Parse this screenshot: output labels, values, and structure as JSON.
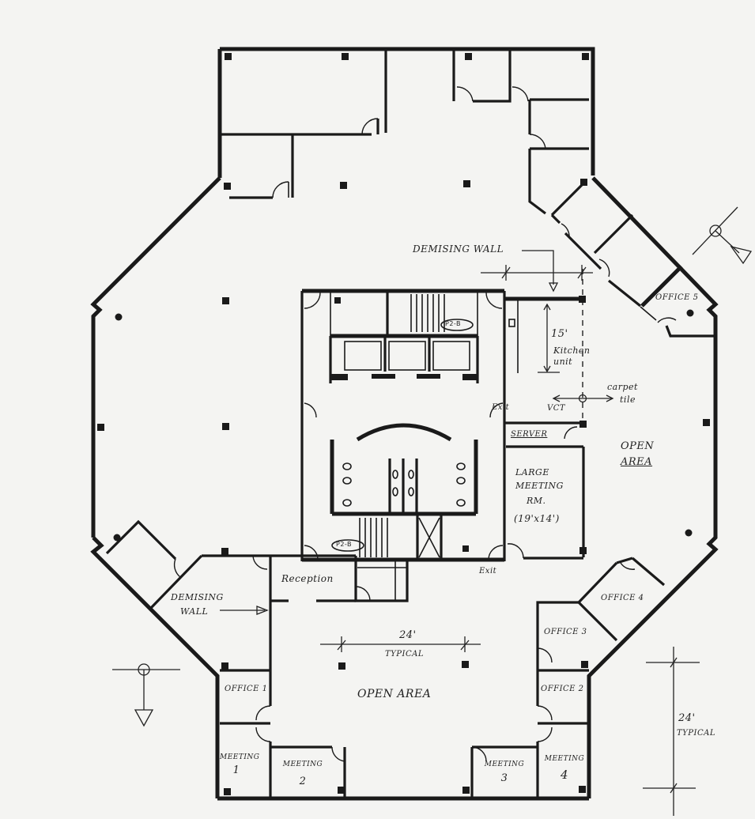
{
  "floor_plan": {
    "labels": {
      "demising_wall_top": "DEMISING WALL",
      "demising_wall_left_line1": "DEMISING",
      "demising_wall_left_line2": "WALL",
      "kitchen_dim": "15'",
      "kitchen_line1": "Kitchen",
      "kitchen_line2": "unit",
      "carpet_line1": "carpet",
      "carpet_line2": "tile",
      "vct": "VCT",
      "exit_upper": "Exit",
      "exit_lower": "Exit",
      "server": "SERVER",
      "large_meeting_line1": "LARGE",
      "large_meeting_line2": "MEETING",
      "large_meeting_line3": "RM.",
      "large_meeting_line4": "(19'x14')",
      "open_area_right_line1": "OPEN",
      "open_area_right_line2": "AREA",
      "open_area_bottom": "OPEN AREA",
      "reception": "Reception",
      "dim_24_horizontal": "24'",
      "dim_24_horizontal_sub": "TYPICAL",
      "dim_24_vertical": "24'",
      "dim_24_vertical_sub": "TYPICAL",
      "office1": "OFFICE 1",
      "office2": "OFFICE 2",
      "office3": "OFFICE 3",
      "office4": "OFFICE 4",
      "office5": "OFFICE 5",
      "meeting1_line1": "MEETING",
      "meeting1_line2": "1",
      "meeting2_line1": "MEETING",
      "meeting2_line2": "2",
      "meeting3_line1": "MEETING",
      "meeting3_line2": "3",
      "meeting4_line1": "MEETING",
      "meeting4_line2": "4",
      "stair_tag_upper": "P2-B",
      "stair_tag_lower": "P2-B"
    },
    "colors": {
      "ink": "#1a1a1a",
      "paper": "#f4f4f2"
    }
  }
}
